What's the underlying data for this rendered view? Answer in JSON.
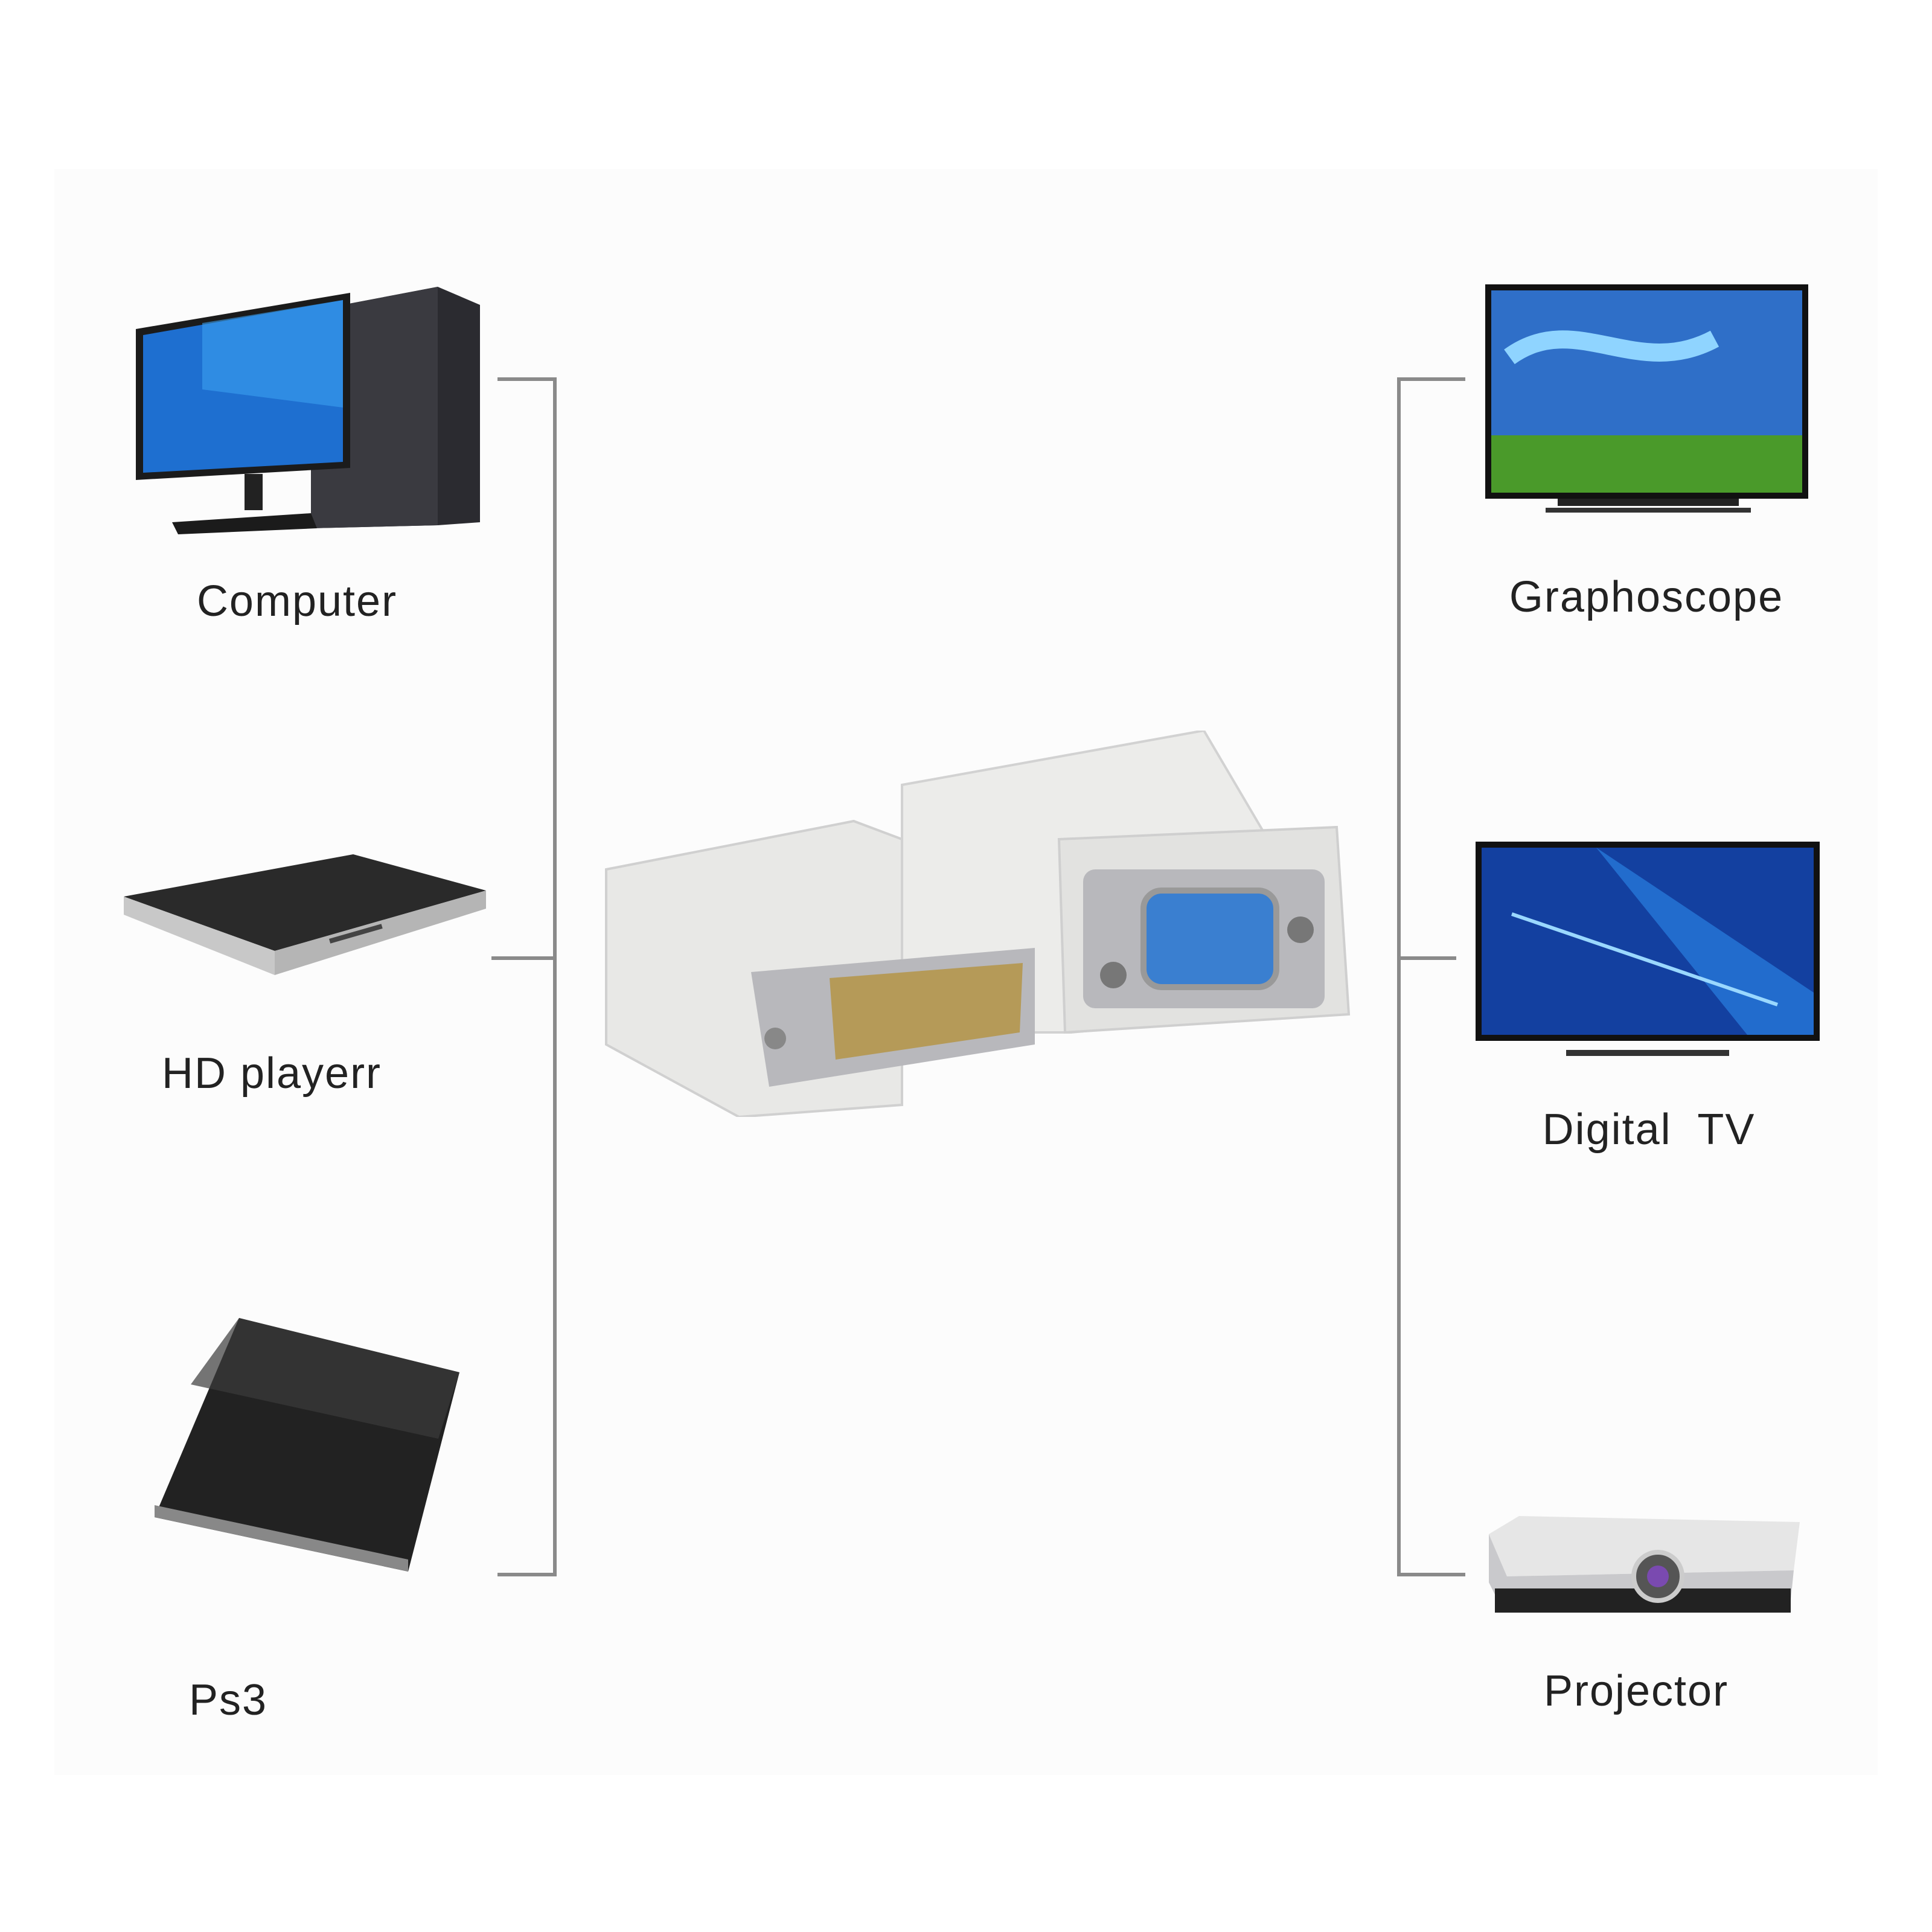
{
  "title": "DVI to VGA adapter compatible devices",
  "inputs": [
    {
      "label": "Computer",
      "icon": "computer-icon"
    },
    {
      "label": "HD playerr",
      "icon": "hd-player-icon"
    },
    {
      "label": "Ps3",
      "icon": "ps3-icon"
    }
  ],
  "outputs": [
    {
      "label": "Graphoscope",
      "icon": "tv-icon"
    },
    {
      "label": "Digital  TV",
      "icon": "digital-tv-icon"
    },
    {
      "label": "Projector",
      "icon": "projector-icon"
    }
  ],
  "colors": {
    "line": "#8a8a8a",
    "vga_port": "#3a7fd0",
    "dvi_pins": "#b59a58",
    "adapter_body": "#e8e8e6"
  }
}
